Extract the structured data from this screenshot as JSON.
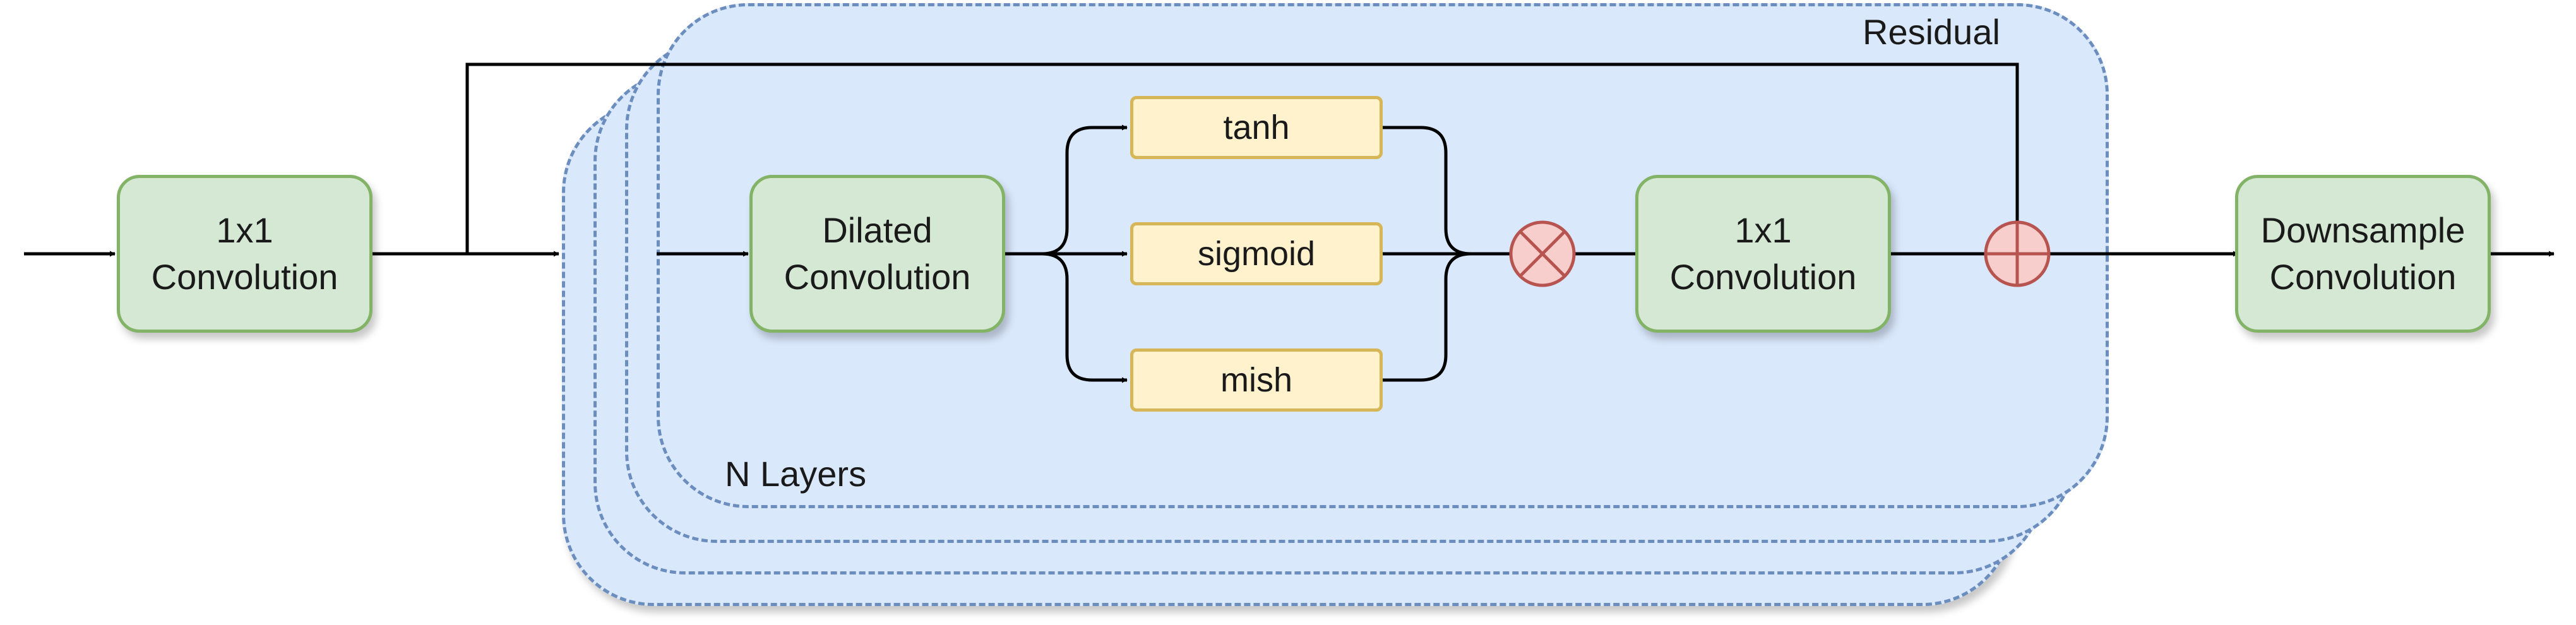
{
  "blocks": {
    "input_conv": {
      "line1": "1x1",
      "line2": "Convolution"
    },
    "dilated_conv": {
      "line1": "Dilated",
      "line2": "Convolution"
    },
    "output_conv": {
      "line1": "1x1",
      "line2": "Convolution"
    },
    "downsample_conv": {
      "line1": "Downsample",
      "line2": "Convolution"
    }
  },
  "activations": [
    "tanh",
    "sigmoid",
    "mish"
  ],
  "labels": {
    "residual": "Residual",
    "n_layers": "N Layers"
  },
  "operators": {
    "multiply": "multiply-icon",
    "add": "add-icon"
  },
  "colors": {
    "layer_fill": "#dae8fc",
    "layer_border": "#6c8ebf",
    "conv_fill": "#d5e8d4",
    "conv_border": "#82b366",
    "activation_fill": "#fff2cc",
    "activation_border": "#d6b656",
    "operator_fill": "#f8cecc",
    "operator_border": "#b85450"
  }
}
